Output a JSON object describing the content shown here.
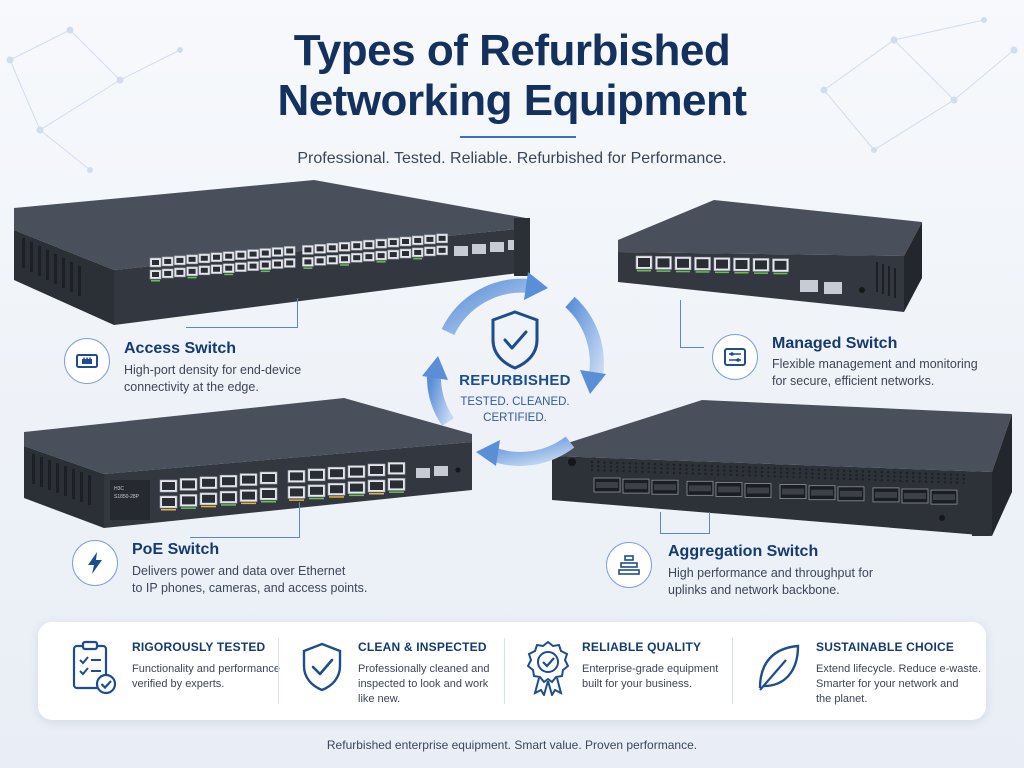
{
  "title_line1": "Types of Refurbished",
  "title_line2": "Networking Equipment",
  "subtitle": "Professional. Tested. Reliable. Refurbished for Performance.",
  "center": {
    "label": "REFURBISHED",
    "sub_line1": "TESTED. CLEANED.",
    "sub_line2": "CERTIFIED.",
    "icon": "shield-check-icon"
  },
  "devices": {
    "poe_label_line1": "H3C",
    "poe_label_line2": "S1850-28P"
  },
  "features": [
    {
      "title": "Access Switch",
      "desc_line1": "High-port density for end-device",
      "desc_line2": "connectivity at the edge.",
      "icon": "ethernet-port-icon"
    },
    {
      "title": "Managed Switch",
      "desc_line1": "Flexible management and monitoring",
      "desc_line2": "for secure, efficient networks.",
      "icon": "sliders-icon"
    },
    {
      "title": "PoE Switch",
      "desc_line1": "Delivers power and data over Ethernet",
      "desc_line2": "to IP phones, cameras, and access points.",
      "icon": "lightning-icon"
    },
    {
      "title": "Aggregation Switch",
      "desc_line1": "High performance and throughput for",
      "desc_line2": "uplinks and network backbone.",
      "icon": "stack-icon"
    }
  ],
  "benefits": [
    {
      "title": "RIGOROUSLY TESTED",
      "desc_line1": "Functionality and performance",
      "desc_line2": "verified by experts.",
      "desc_line3": "",
      "icon": "checklist-icon"
    },
    {
      "title": "CLEAN & INSPECTED",
      "desc_line1": "Professionally cleaned and",
      "desc_line2": "inspected to look and work",
      "desc_line3": "like new.",
      "icon": "shield-check-icon"
    },
    {
      "title": "RELIABLE QUALITY",
      "desc_line1": "Enterprise-grade equipment",
      "desc_line2": "built for your business.",
      "desc_line3": "",
      "icon": "award-badge-icon"
    },
    {
      "title": "SUSTAINABLE CHOICE",
      "desc_line1": "Extend lifecycle. Reduce e-waste.",
      "desc_line2": "Smarter for your network and",
      "desc_line3": "the planet.",
      "icon": "leaf-icon"
    }
  ],
  "footer": "Refurbished enterprise equipment. Smart value. Proven performance.",
  "colors": {
    "title": "#13315c",
    "accent": "#3b72c4",
    "device_body": "#3a3f48",
    "port_green": "#6bbf59",
    "port_amber": "#e2b33a"
  }
}
